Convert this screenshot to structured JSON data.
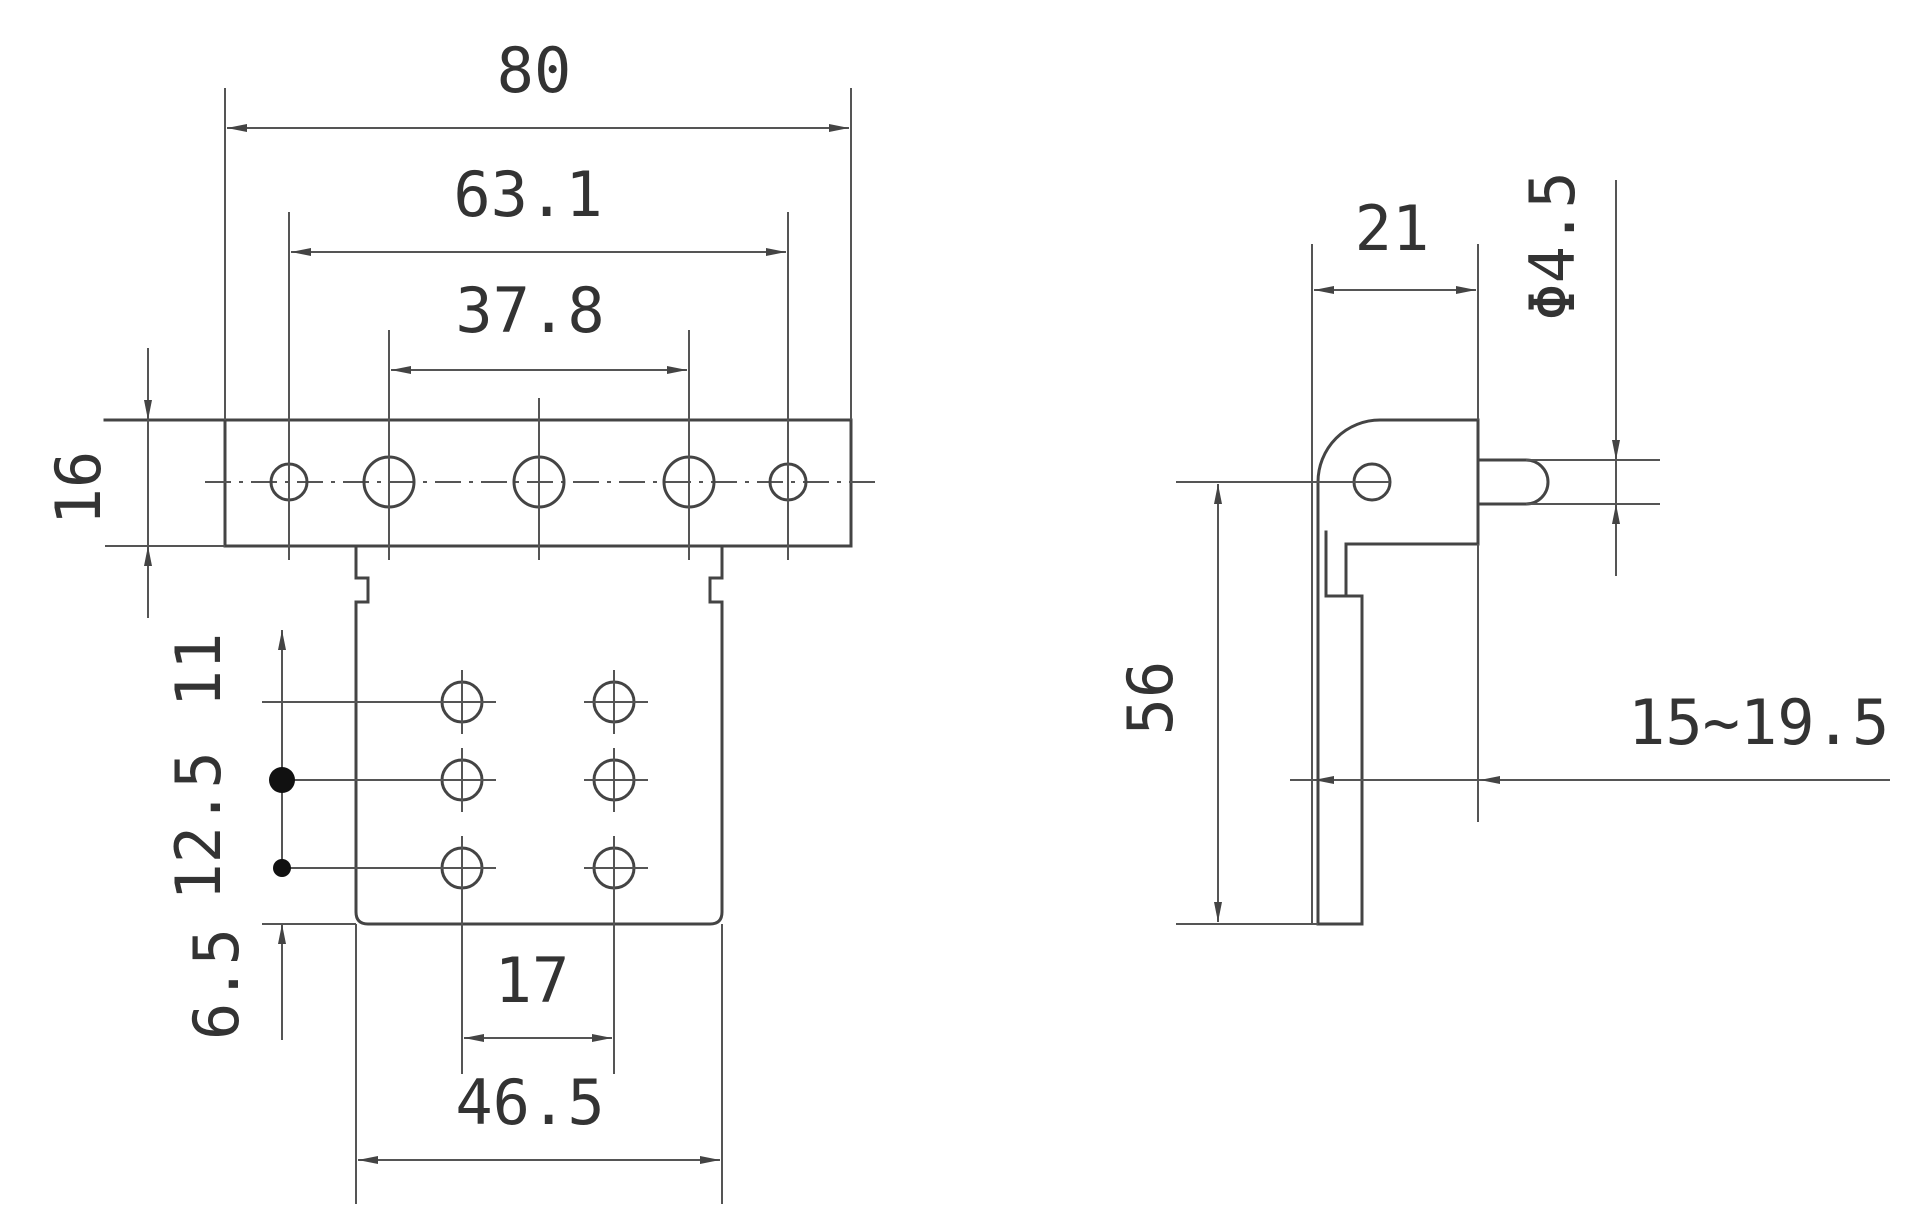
{
  "colors": {
    "line": "#444444",
    "text": "#333333",
    "background": "#ffffff"
  },
  "dimensions": {
    "overall_width": "80",
    "outer_hole_spacing": "63.1",
    "inner_hole_spacing": "37.8",
    "flange_height": "16",
    "pin_row_pitch_top": "11",
    "pin_row_pitch_mid": "12.5",
    "pin_bottom_offset": "6.5",
    "pin_column_spacing": "17",
    "body_width": "46.5",
    "depth": "21",
    "hole_diameter": "Φ4.5",
    "height": "56",
    "mounting_range": "15~19.5"
  }
}
